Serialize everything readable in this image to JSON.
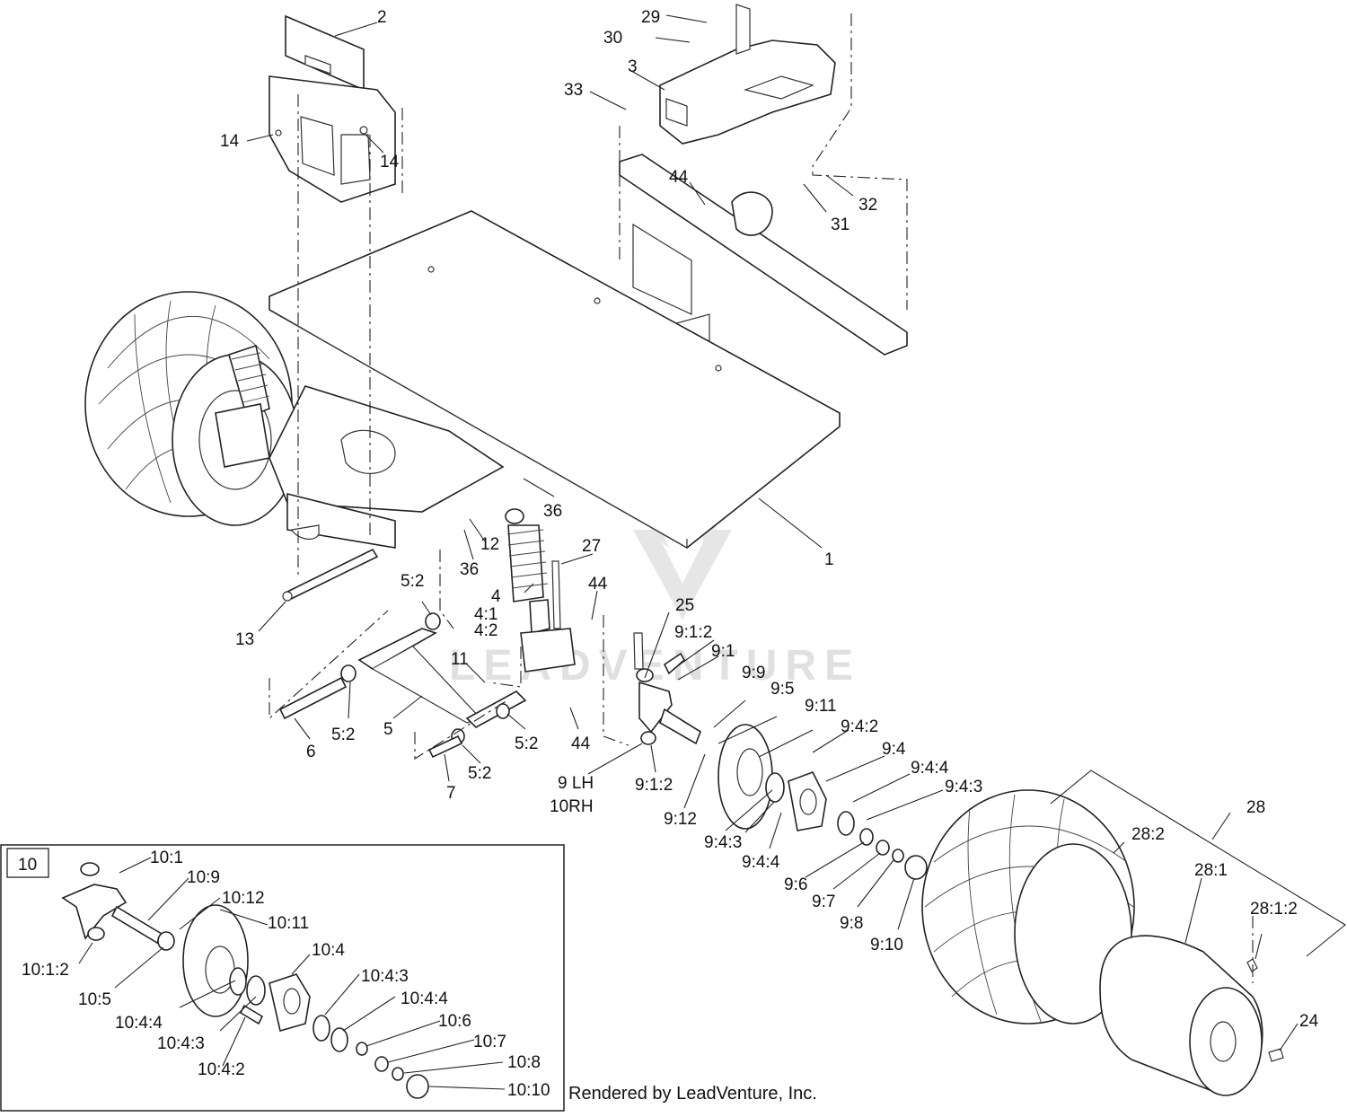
{
  "footer": {
    "rendered_by": "Rendered by LeadVenture, Inc."
  },
  "watermark": {
    "text": "LEADVENTURE",
    "color": "#c8c8c8"
  },
  "inset": {
    "label": "10"
  },
  "callouts": [
    {
      "id": "c2",
      "text": "2"
    },
    {
      "id": "c29",
      "text": "29"
    },
    {
      "id": "c30",
      "text": "30"
    },
    {
      "id": "c3",
      "text": "3"
    },
    {
      "id": "c33",
      "text": "33"
    },
    {
      "id": "c14a",
      "text": "14"
    },
    {
      "id": "c14b",
      "text": "14"
    },
    {
      "id": "c44a",
      "text": "44"
    },
    {
      "id": "c32",
      "text": "32"
    },
    {
      "id": "c31",
      "text": "31"
    },
    {
      "id": "c36a",
      "text": "36"
    },
    {
      "id": "c12",
      "text": "12"
    },
    {
      "id": "c36b",
      "text": "36"
    },
    {
      "id": "c27",
      "text": "27"
    },
    {
      "id": "c1",
      "text": "1"
    },
    {
      "id": "c52a",
      "text": "5:2"
    },
    {
      "id": "c4",
      "text": "4"
    },
    {
      "id": "c41",
      "text": "4:1"
    },
    {
      "id": "c42",
      "text": "4:2"
    },
    {
      "id": "c44b",
      "text": "44"
    },
    {
      "id": "c25",
      "text": "25"
    },
    {
      "id": "c13",
      "text": "13"
    },
    {
      "id": "c912a",
      "text": "9:1:2"
    },
    {
      "id": "c91",
      "text": "9:1"
    },
    {
      "id": "c11",
      "text": "11"
    },
    {
      "id": "c99",
      "text": "9:9"
    },
    {
      "id": "c95",
      "text": "9:5"
    },
    {
      "id": "c911",
      "text": "9:11"
    },
    {
      "id": "c942a",
      "text": "9:4:2"
    },
    {
      "id": "c52b",
      "text": "5:2"
    },
    {
      "id": "c5",
      "text": "5"
    },
    {
      "id": "c52c",
      "text": "5:2"
    },
    {
      "id": "c44c",
      "text": "44"
    },
    {
      "id": "c94",
      "text": "9:4"
    },
    {
      "id": "c6",
      "text": "6"
    },
    {
      "id": "c944a",
      "text": "9:4:4"
    },
    {
      "id": "c52d",
      "text": "5:2"
    },
    {
      "id": "c9lh",
      "text": "9 LH"
    },
    {
      "id": "c912b",
      "text": "9:1:2"
    },
    {
      "id": "c943a",
      "text": "9:4:3"
    },
    {
      "id": "c7",
      "text": "7"
    },
    {
      "id": "c10rh",
      "text": "10RH"
    },
    {
      "id": "c28",
      "text": "28"
    },
    {
      "id": "c912",
      "text": "9:12"
    },
    {
      "id": "c943b",
      "text": "9:4:3"
    },
    {
      "id": "c282",
      "text": "28:2"
    },
    {
      "id": "c944b",
      "text": "9:4:4"
    },
    {
      "id": "c281",
      "text": "28:1"
    },
    {
      "id": "c96",
      "text": "9:6"
    },
    {
      "id": "c97",
      "text": "9:7"
    },
    {
      "id": "c2812",
      "text": "28:1:2"
    },
    {
      "id": "c98",
      "text": "9:8"
    },
    {
      "id": "c910",
      "text": "9:10"
    },
    {
      "id": "c24",
      "text": "24"
    },
    {
      "id": "c101",
      "text": "10:1"
    },
    {
      "id": "c109",
      "text": "10:9"
    },
    {
      "id": "c1012",
      "text": "10:12"
    },
    {
      "id": "c1011",
      "text": "10:11"
    },
    {
      "id": "c1012b",
      "text": "10:1:2"
    },
    {
      "id": "c104",
      "text": "10:4"
    },
    {
      "id": "c105",
      "text": "10:5"
    },
    {
      "id": "c1043a",
      "text": "10:4:3"
    },
    {
      "id": "c1044a",
      "text": "10:4:4"
    },
    {
      "id": "c1044b",
      "text": "10:4:4"
    },
    {
      "id": "c106",
      "text": "10:6"
    },
    {
      "id": "c1043b",
      "text": "10:4:3"
    },
    {
      "id": "c107",
      "text": "10:7"
    },
    {
      "id": "c108",
      "text": "10:8"
    },
    {
      "id": "c1042",
      "text": "10:4:2"
    },
    {
      "id": "c1010",
      "text": "10:10"
    }
  ]
}
